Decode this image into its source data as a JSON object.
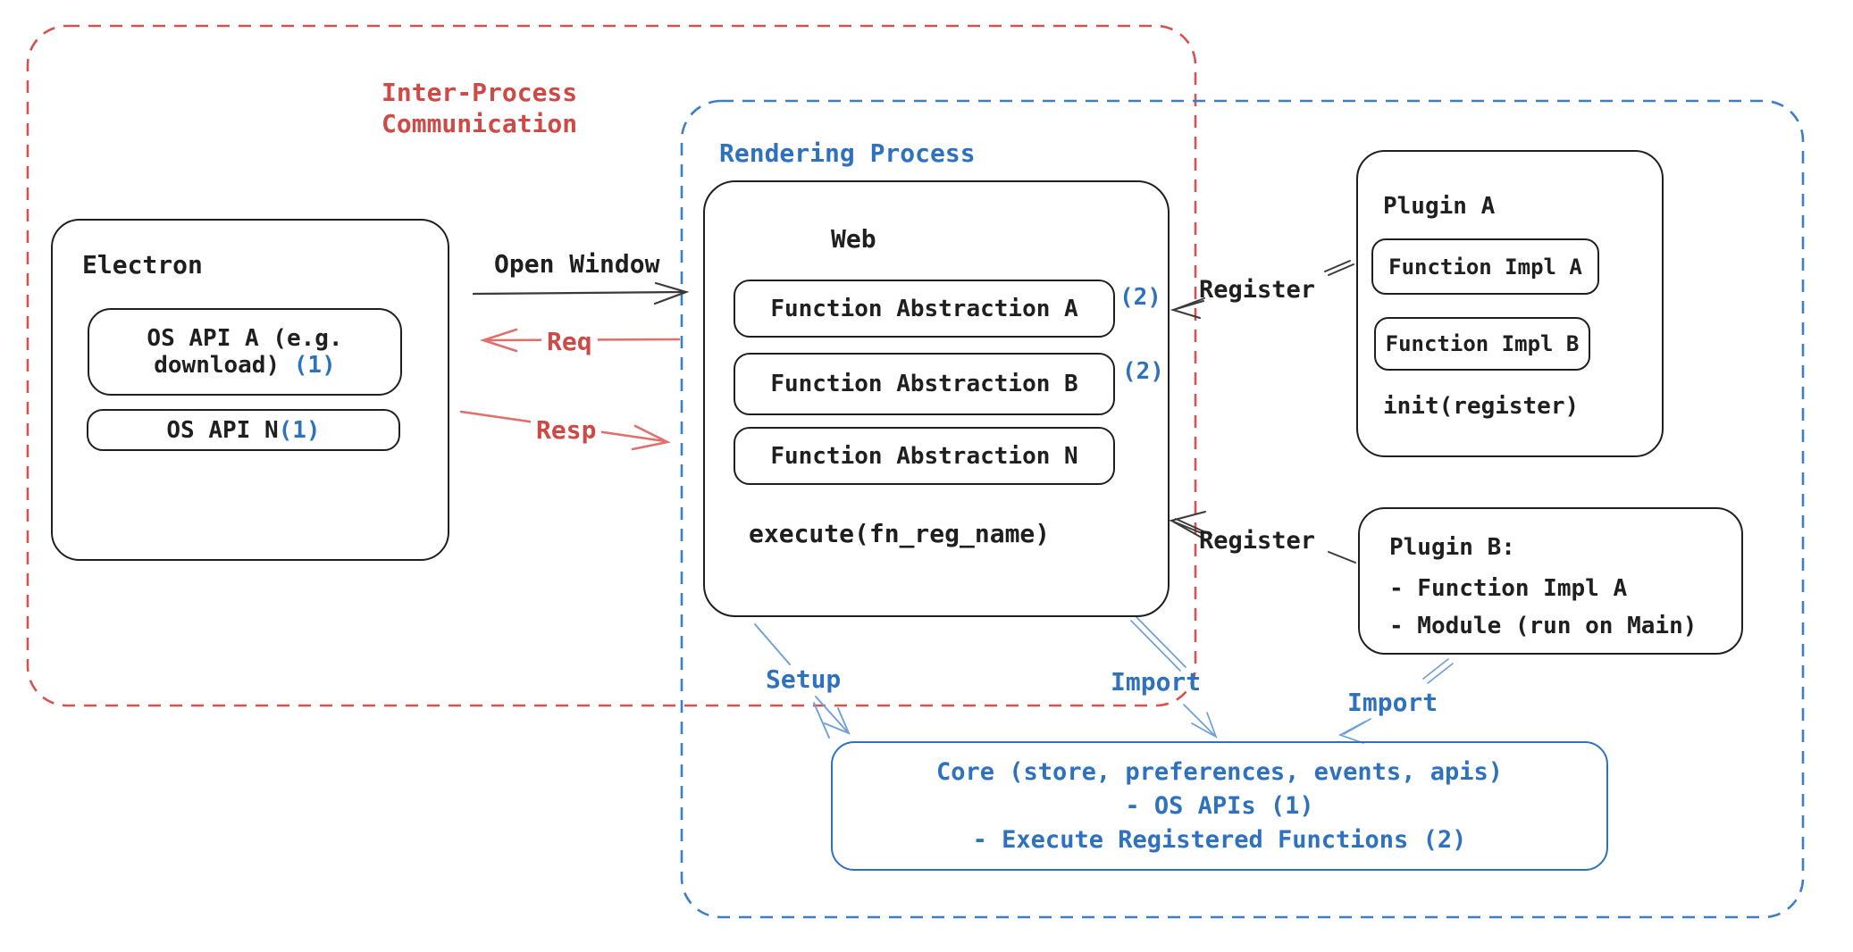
{
  "colors": {
    "region_red": "#cd4a46",
    "region_blue": "#2e72bf",
    "ink": "#1f1f1f",
    "arrow_red": "#e0706c",
    "arrow_blue": "#6e9fd8",
    "background": "#ffffff"
  },
  "ipc_region": {
    "label_line1": "Inter-Process",
    "label_line2": "Communication"
  },
  "rendering_region": {
    "label": "Rendering Process"
  },
  "electron": {
    "title": "Electron",
    "api_a": {
      "line1": "OS API A (e.g.",
      "line2": "download)",
      "badge": "(1)"
    },
    "api_n": {
      "label": "OS API N",
      "badge": "(1)"
    }
  },
  "web": {
    "title": "Web",
    "abstractions": [
      {
        "label": "Function Abstraction A",
        "badge": "(2)"
      },
      {
        "label": "Function Abstraction B",
        "badge": "(2)"
      },
      {
        "label": "Function Abstraction N",
        "badge": ""
      }
    ],
    "footer": "execute(fn_reg_name)"
  },
  "plugin_a": {
    "title": "Plugin A",
    "impl_a": "Function Impl A",
    "impl_b": "Function Impl B",
    "footer": "init(register)"
  },
  "plugin_b": {
    "title": "Plugin B:",
    "item_1": "- Function Impl A",
    "item_2": "- Module (run on Main)"
  },
  "core": {
    "line1": "Core (store, preferences, events, apis)",
    "line2": "- OS APIs (1)",
    "line3": "- Execute Registered Functions (2)"
  },
  "labels": {
    "open_window": "Open Window",
    "req": "Req",
    "resp": "Resp",
    "register_top": "Register",
    "register_bottom": "Register",
    "setup": "Setup",
    "import_left": "Import",
    "import_right": "Import"
  }
}
